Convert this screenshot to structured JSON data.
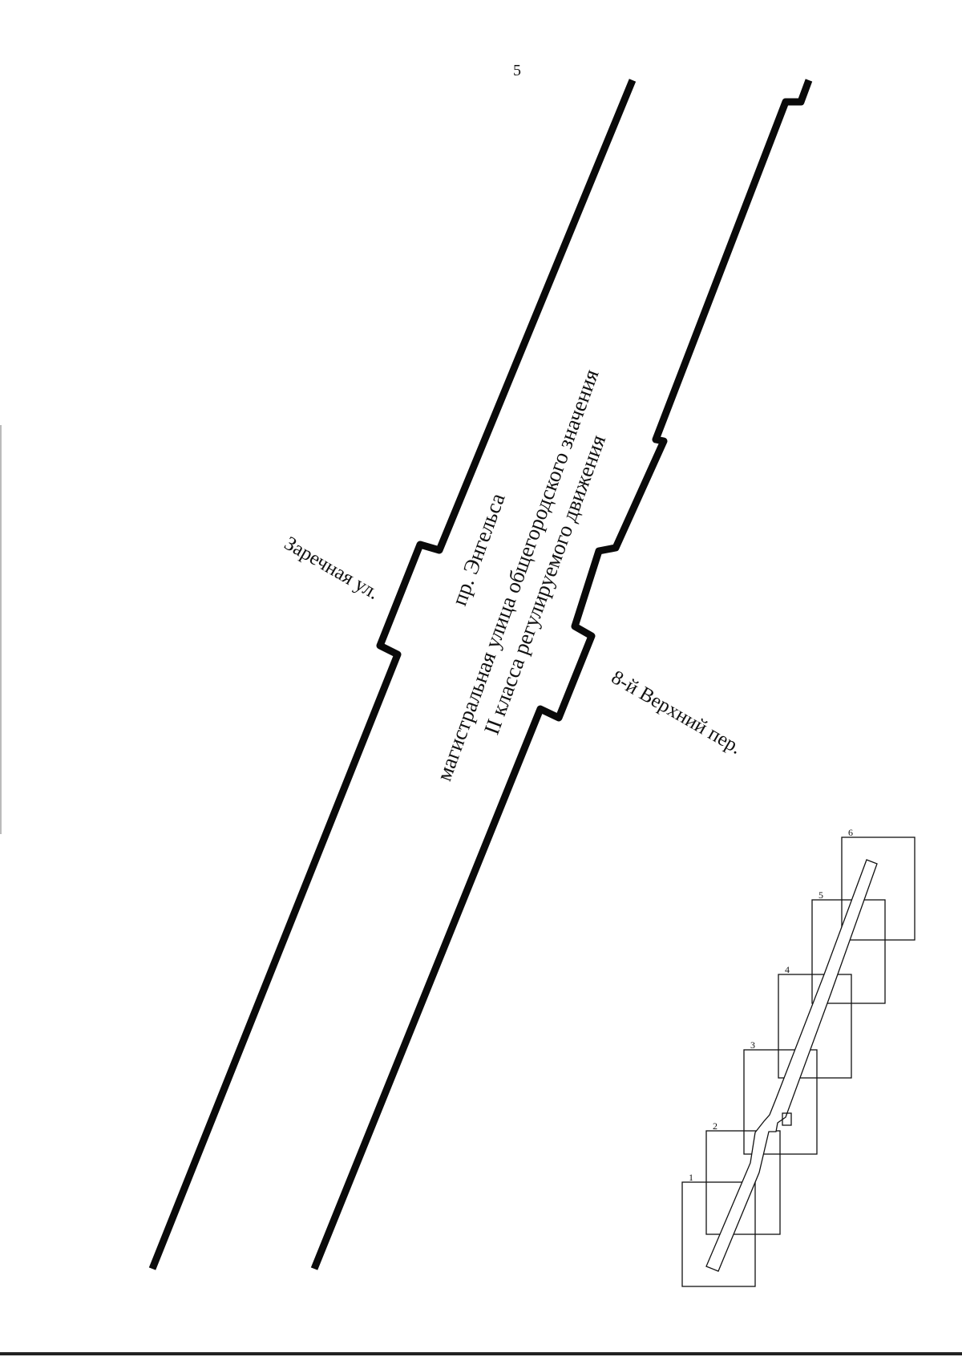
{
  "page_number": "5",
  "streets": {
    "left_cross": "Заречная ул.",
    "right_cross": "8-й Верхний пер.",
    "main_name": "пр. Энгельса",
    "main_category_line1": "магистральная улица общегородского значения",
    "main_category_line2": "II класса регулируемого движения"
  },
  "index_map": {
    "sheets": [
      {
        "label": "1"
      },
      {
        "label": "2"
      },
      {
        "label": "3"
      },
      {
        "label": "4"
      },
      {
        "label": "5",
        "current": true
      },
      {
        "label": "6"
      }
    ]
  }
}
